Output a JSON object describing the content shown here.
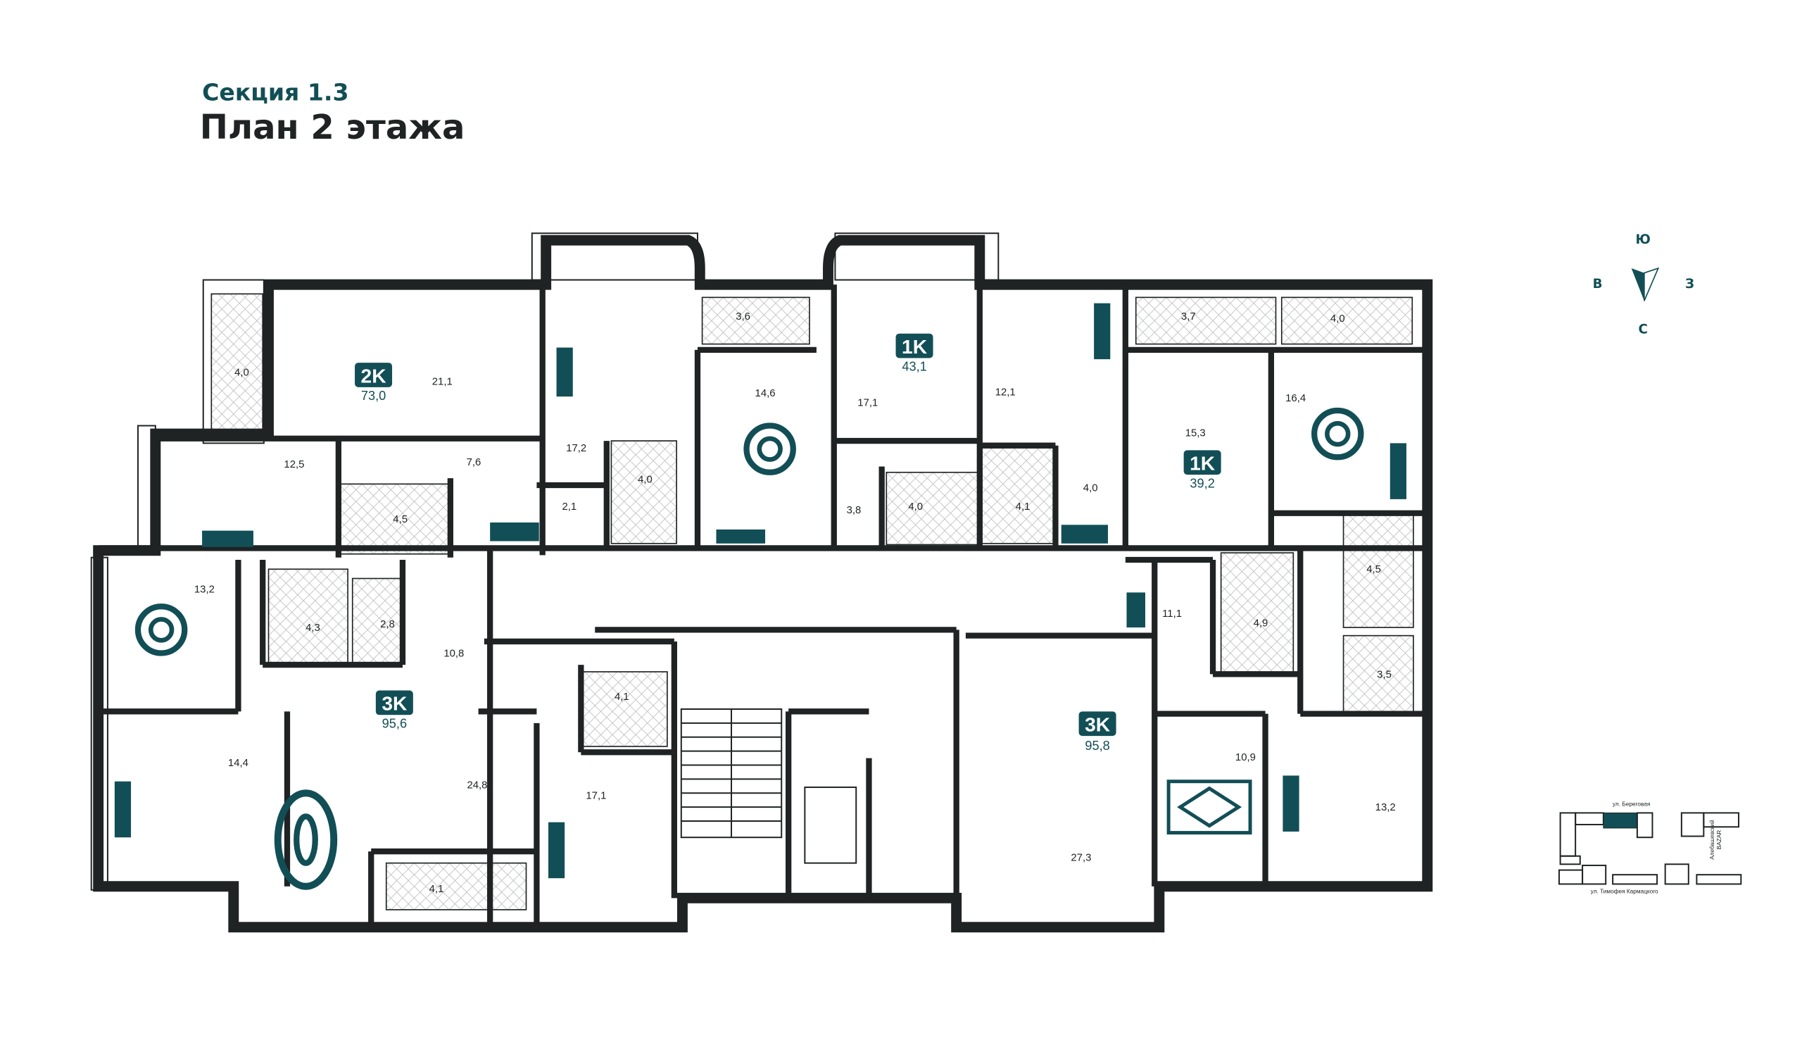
{
  "header": {
    "section": "Секция 1.3",
    "title": "План 2 этажа"
  },
  "colors": {
    "accent": "#124e56",
    "walls": "#1f2323"
  },
  "compass": {
    "south": "Ю",
    "east": "В",
    "west": "З",
    "north": "С"
  },
  "apartments": [
    {
      "type": "2K",
      "total": "73,0"
    },
    {
      "type": "1K",
      "total": "43,1"
    },
    {
      "type": "1K",
      "total": "39,2"
    },
    {
      "type": "3K",
      "total": "95,6"
    },
    {
      "type": "3K",
      "total": "95,8"
    }
  ],
  "rooms": [
    "4,0",
    "21,1",
    "17,2",
    "12,5",
    "7,6",
    "4,5",
    "2,1",
    "4,0",
    "3,6",
    "14,6",
    "3,8",
    "17,1",
    "4,0",
    "12,1",
    "4,1",
    "4,0",
    "3,7",
    "15,3",
    "4,0",
    "16,4",
    "4,5",
    "4,9",
    "3,5",
    "11,1",
    "13,2",
    "4,3",
    "2,8",
    "10,8",
    "14,4",
    "24,8",
    "4,1",
    "4,1",
    "17,1",
    "27,3",
    "10,9",
    "13,2"
  ],
  "minimap": {
    "street_top": "ул. Береговая",
    "street_bottom": "ул. Тимофея Кармацкого",
    "side_line1": "Алебашевский",
    "side_line2": "BAZAR"
  }
}
